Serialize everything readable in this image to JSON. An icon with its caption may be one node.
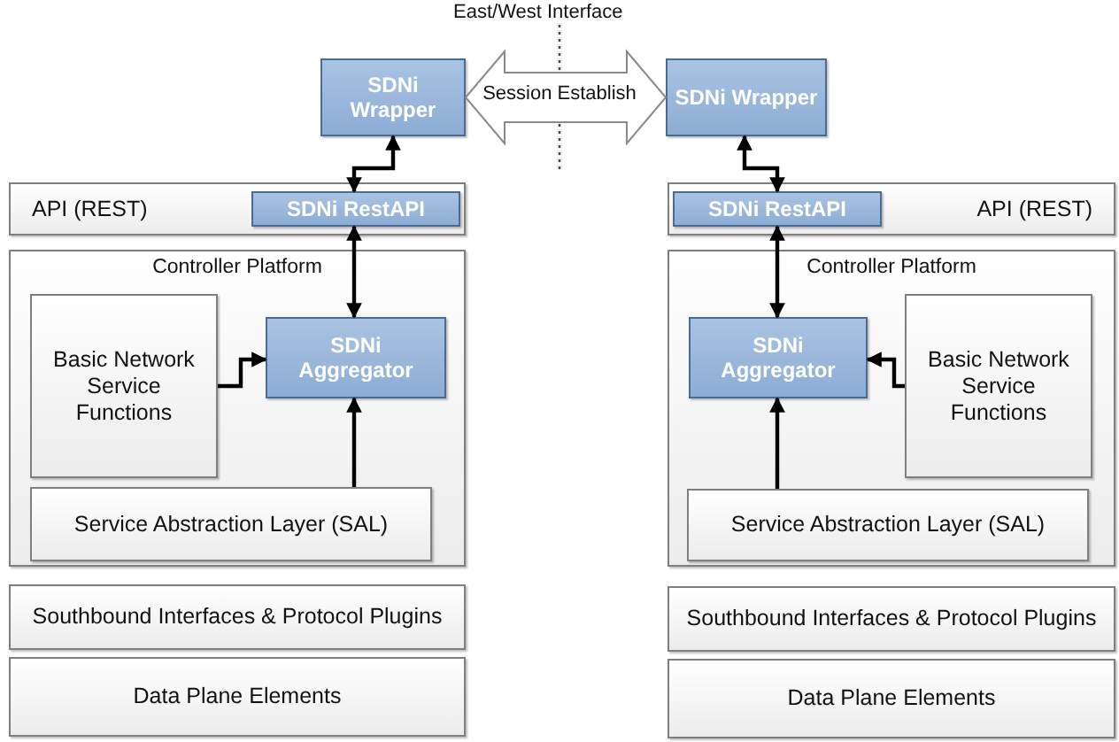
{
  "diagram": {
    "nodes": [
      {
        "text": [
          "SDNi Wrapper"
        ]
      },
      {
        "text": [
          "SDNi Wrapper"
        ]
      },
      {
        "text": [
          "API (REST)"
        ]
      },
      {
        "text": [
          "SDNi RestAPI"
        ],
        "in": 2
      },
      {
        "text": [
          "API (REST)"
        ]
      },
      {
        "text": [
          "SDNi RestAPI"
        ],
        "in": 4
      },
      {
        "text": [
          "Controller Platform"
        ]
      },
      {
        "text": [
          "Basic Network Service Functions"
        ],
        "in": 6
      },
      {
        "text": [
          "SDNi Aggregator"
        ],
        "in": 6
      },
      {
        "text": [
          "Service Abstraction Layer (SAL)"
        ],
        "in": 6
      },
      {
        "text": [
          "Controller Platform"
        ]
      },
      {
        "text": [
          "SDNi Aggregator"
        ],
        "in": 10
      },
      {
        "text": [
          "Basic Network Service Functions"
        ],
        "in": 10
      },
      {
        "text": [
          "Service Abstraction Layer (SAL)"
        ],
        "in": 10
      },
      {
        "text": [
          "Southbound Interfaces & Protocol Plugins"
        ]
      },
      {
        "text": [
          "Southbound Interfaces & Protocol Plugins"
        ]
      },
      {
        "text": [
          "Data Plane Elements"
        ]
      },
      {
        "text": [
          "Data Plane Elements"
        ]
      }
    ],
    "edges": [
      {
        "from": 0,
        "to": 1,
        "arrow": "both",
        "label": "Session Establish",
        "style": "thick"
      },
      {
        "from": 0,
        "to": 3,
        "arrow": "both"
      },
      {
        "from": 3,
        "to": 8,
        "arrow": "both"
      },
      {
        "from": 7,
        "to": 8,
        "arrow": "to"
      },
      {
        "from": 9,
        "to": 8,
        "arrow": "to"
      },
      {
        "from": 1,
        "to": 5,
        "arrow": "both"
      },
      {
        "from": 5,
        "to": 11,
        "arrow": "both"
      },
      {
        "from": 12,
        "to": 11,
        "arrow": "to"
      },
      {
        "from": 13,
        "to": 11,
        "arrow": "to"
      }
    ],
    "labels": [
      "East/West Interface"
    ]
  }
}
